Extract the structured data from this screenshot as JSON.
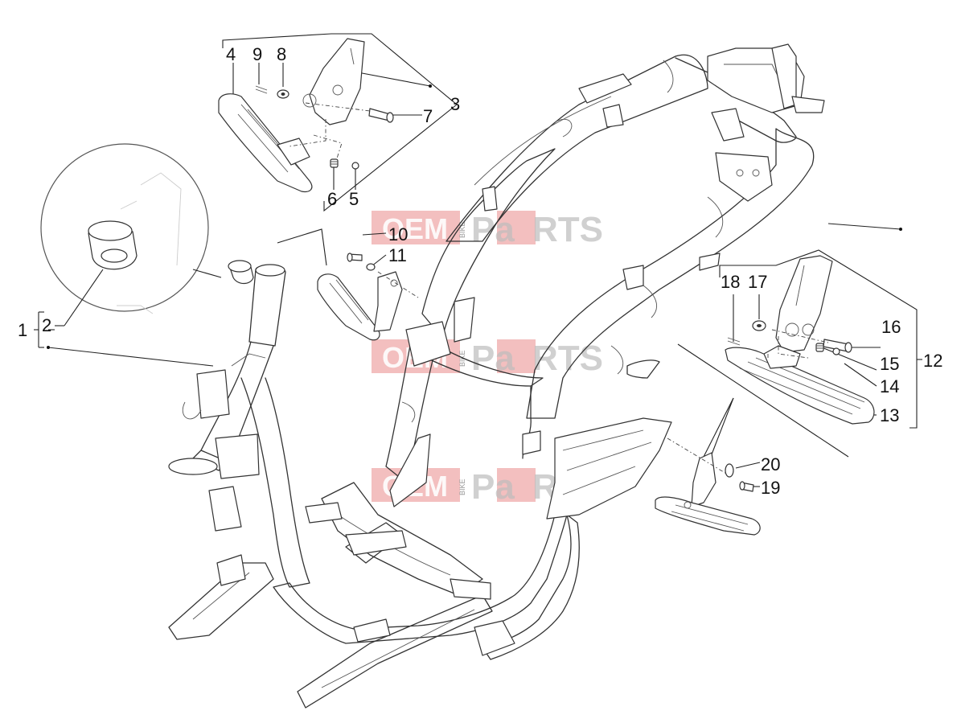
{
  "diagram": {
    "callouts": [
      {
        "id": "c1",
        "text": "1"
      },
      {
        "id": "c2",
        "text": "2"
      },
      {
        "id": "c3",
        "text": "3"
      },
      {
        "id": "c4",
        "text": "4"
      },
      {
        "id": "c5",
        "text": "5"
      },
      {
        "id": "c6",
        "text": "6"
      },
      {
        "id": "c7",
        "text": "7"
      },
      {
        "id": "c8",
        "text": "8"
      },
      {
        "id": "c9",
        "text": "9"
      },
      {
        "id": "c10",
        "text": "10"
      },
      {
        "id": "c11",
        "text": "11"
      },
      {
        "id": "c12",
        "text": "12"
      },
      {
        "id": "c13",
        "text": "13"
      },
      {
        "id": "c14",
        "text": "14"
      },
      {
        "id": "c15",
        "text": "15"
      },
      {
        "id": "c16",
        "text": "16"
      },
      {
        "id": "c17",
        "text": "17"
      },
      {
        "id": "c18",
        "text": "18"
      },
      {
        "id": "c19",
        "text": "19"
      },
      {
        "id": "c20",
        "text": "20"
      }
    ]
  },
  "watermark": {
    "brand_left": "OEM",
    "brand_small": "BIKE",
    "brand_mid": "Pa",
    "brand_right": "RTS"
  },
  "colors": {
    "watermark_red": "#e98b8b",
    "line": "#333333"
  }
}
